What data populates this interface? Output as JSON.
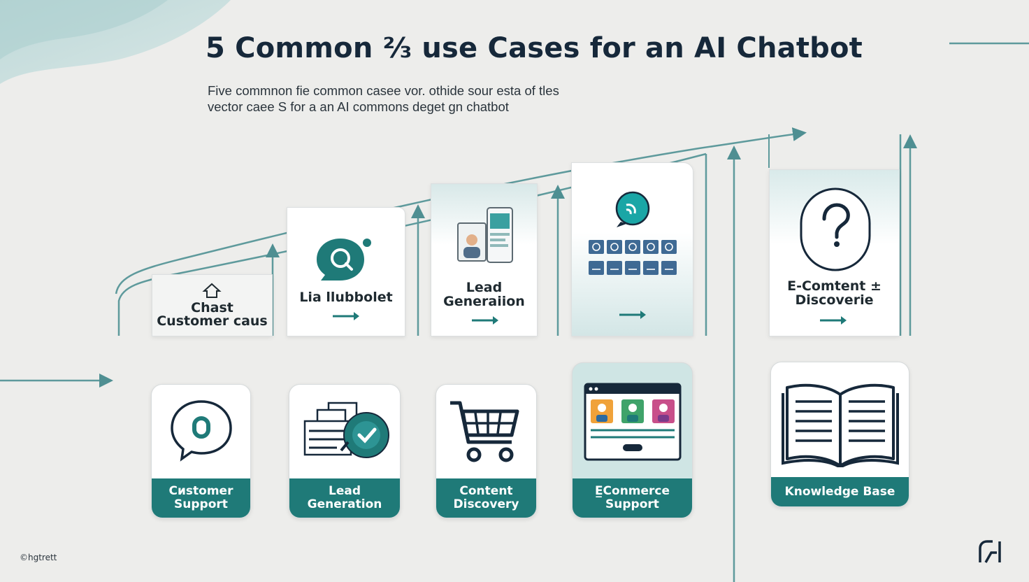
{
  "title": "5 Common ⅔ use Cases  for an AI Chatbot",
  "subtitle": {
    "line1": "Five commnon fie  common casee vor. othide sour esta of tles",
    "line2": "vector caee S for a an AI commons deget gn chatbot"
  },
  "top_cards": [
    {
      "label_line1": "Chast",
      "label_line2": "Customer caus"
    },
    {
      "label_line1": "Lia llubbolet",
      "label_line2": ""
    },
    {
      "label_line1": "Lead",
      "label_line2": "Generaiion"
    },
    {
      "label_line1": "",
      "label_line2": ""
    },
    {
      "label_line1": "E-Comtent ±",
      "label_line2": "Discoverie"
    }
  ],
  "bottom_cards": [
    {
      "label_line1": "Cиstomer",
      "label_line2": "Support",
      "icon": "chat-bubble-icon"
    },
    {
      "label_line1": "Lead Generation",
      "label_line2": "",
      "icon": "documents-check-icon"
    },
    {
      "label_line1": "Content",
      "label_line2": "Discovery",
      "icon": "shopping-cart-icon"
    },
    {
      "label_line1": "E̲Conmerce",
      "label_line2": "Support",
      "icon": "browser-profiles-icon"
    },
    {
      "label_line1": "Knowledge Base",
      "label_line2": "",
      "icon": "open-book-icon"
    }
  ],
  "footer": {
    "credit": "©hgtrett"
  },
  "colors": {
    "accent": "#1f7a78",
    "background": "#ededeb",
    "title": "#16283a",
    "line": "#5e9a9c"
  }
}
